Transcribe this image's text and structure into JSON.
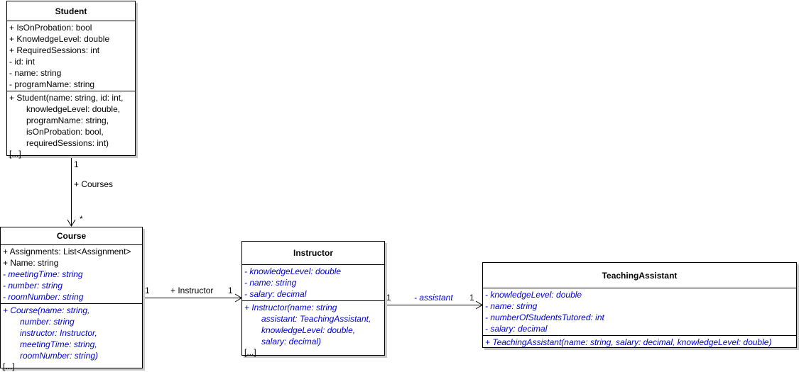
{
  "classes": {
    "student": {
      "name": "Student",
      "attributes": [
        "+ IsOnProbation: bool",
        "+ KnowledgeLevel: double",
        "+ RequiredSessions: int",
        "-  id: int",
        "-  name: string",
        "-  programName: string"
      ],
      "operations": [
        "+ Student(name: string, id: int,",
        "knowledgeLevel: double,",
        "programName: string,",
        "isOnProbation: bool,",
        "requiredSessions: int)"
      ],
      "more": "[...]"
    },
    "course": {
      "name": "Course",
      "attributes": [
        "+ Assignments: List<Assignment>",
        "+ Name: string",
        "-  meetingTime: string",
        "-  number: string",
        "-  roomNumber: string"
      ],
      "operations": [
        "+ Course(name: string,",
        "number: string",
        "instructor: Instructor,",
        "meetingTime: string,",
        "roomNumber: string)"
      ],
      "more": "[...]"
    },
    "instructor": {
      "name": "Instructor",
      "attributes": [
        "-  knowledgeLevel: double",
        "-  name: string",
        "-  salary: decimal"
      ],
      "operations": [
        "+ Instructor(name: string",
        "assistant: TeachingAssistant,",
        "knowledgeLevel: double,",
        "salary: decimal)"
      ],
      "more": "[...]"
    },
    "teaching_assistant": {
      "name": "TeachingAssistant",
      "attributes": [
        "-  knowledgeLevel: double",
        "-  name: string",
        "-  numberOfStudentsTutored: int",
        "-  salary: decimal"
      ],
      "operations": [
        "+ TeachingAssistant(name: string, salary: decimal, knowledgeLevel: double)"
      ]
    }
  },
  "associations": {
    "student_courses": {
      "source_mult": "1",
      "role": "+ Courses",
      "target_mult": "*"
    },
    "course_instructor": {
      "source_mult": "1",
      "role": "+ Instructor",
      "target_mult": "1"
    },
    "instructor_assistant": {
      "source_mult": "1",
      "role": "- assistant",
      "target_mult": "1"
    }
  },
  "colors": {
    "italic_member": "#0000cc",
    "shadow": "#c8c8c8"
  }
}
